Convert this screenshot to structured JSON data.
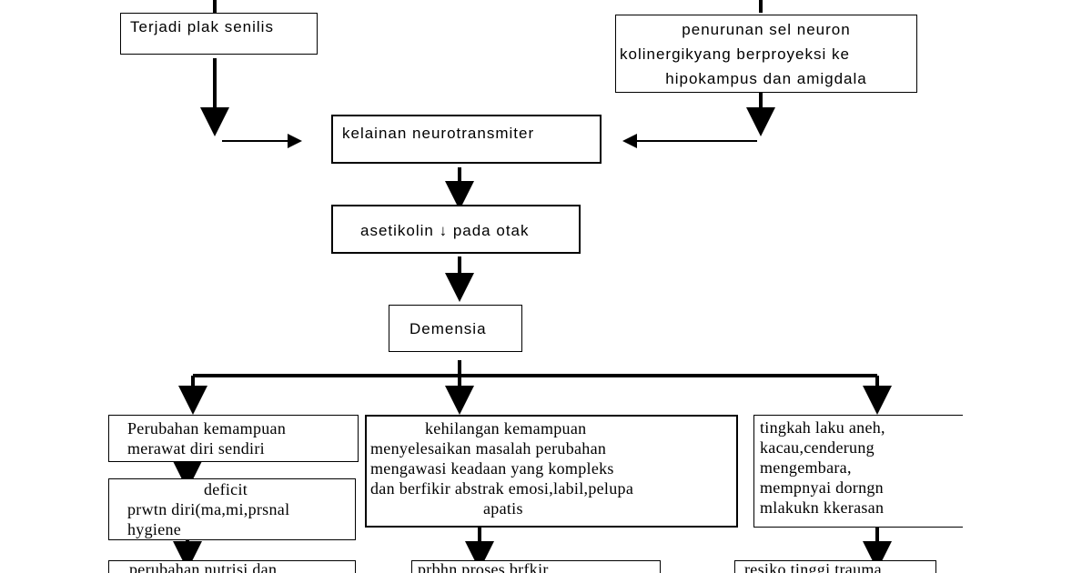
{
  "nodes": {
    "plak_senilis": "Terjadi plak senilis",
    "penurunan_neuron": [
      "penurunan sel neuron",
      "kolinergikyang berproyeksi ke",
      "hipokampus dan amigdala"
    ],
    "kelainan_neurotransmiter": "kelainan neurotransmiter",
    "asetikolin": "asetikolin ↓ pada otak",
    "demensia": "Demensia",
    "perubahan_kemampuan": [
      "Perubahan kemampuan",
      "merawat diri sendiri"
    ],
    "kehilangan_kemampuan": [
      "kehilangan kemampuan",
      "menyelesaikan masalah perubahan",
      "mengawasi keadaan yang kompleks",
      "dan berfikir abstrak emosi,labil,pelupa",
      "apatis"
    ],
    "tingkah_laku": [
      "tingkah laku aneh,",
      "kacau,cenderung",
      "mengembara,",
      "mempnyai dorngn",
      "mlakukn kkerasan"
    ],
    "deficit": [
      "deficit",
      "prwtn diri(ma,mi,prsnal",
      "hygiene"
    ],
    "perubahan_nutrisi": "perubahan nutrisi dan",
    "proses_berfikir": "prbhn proses brfkir",
    "resiko_trauma": "resiko tinggi trauma"
  },
  "colors": {
    "line": "#000000",
    "box_border": "#000000",
    "background": "#ffffff"
  }
}
